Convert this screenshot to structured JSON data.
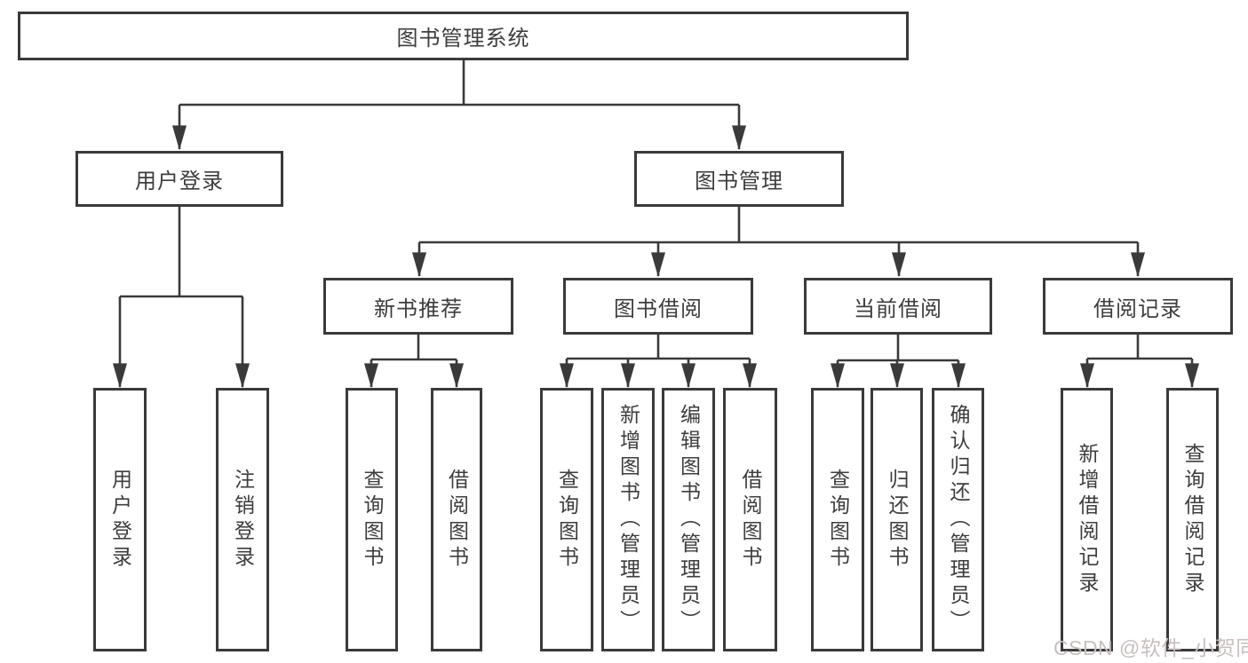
{
  "tree": {
    "root": {
      "label": "图书管理系统"
    },
    "level2": [
      {
        "label": "用户登录"
      },
      {
        "label": "图书管理"
      }
    ],
    "level3": [
      {
        "label": "新书推荐"
      },
      {
        "label": "图书借阅"
      },
      {
        "label": "当前借阅"
      },
      {
        "label": "借阅记录"
      }
    ],
    "leaves": {
      "user_login": [
        {
          "label": "用户登录"
        },
        {
          "label": "注销登录"
        }
      ],
      "new_books": [
        {
          "label": "查询图书"
        },
        {
          "label": "借阅图书"
        }
      ],
      "book_borrow": [
        {
          "label": "查询图书"
        },
        {
          "label": "新增图书（管理员）"
        },
        {
          "label": "编辑图书（管理员）"
        },
        {
          "label": "借阅图书"
        }
      ],
      "current_borrow": [
        {
          "label": "查询图书"
        },
        {
          "label": "归还图书"
        },
        {
          "label": "确认归还（管理员）"
        }
      ],
      "borrow_records": [
        {
          "label": "新增借阅记录"
        },
        {
          "label": "查询借阅记录"
        }
      ]
    }
  },
  "watermark": {
    "text": "CSDN @软件_小贺同学"
  },
  "colors": {
    "line": "#3a3a3a",
    "text": "#3d3d3d",
    "watermark": "#c8bfbf",
    "background": "#ffffff"
  }
}
